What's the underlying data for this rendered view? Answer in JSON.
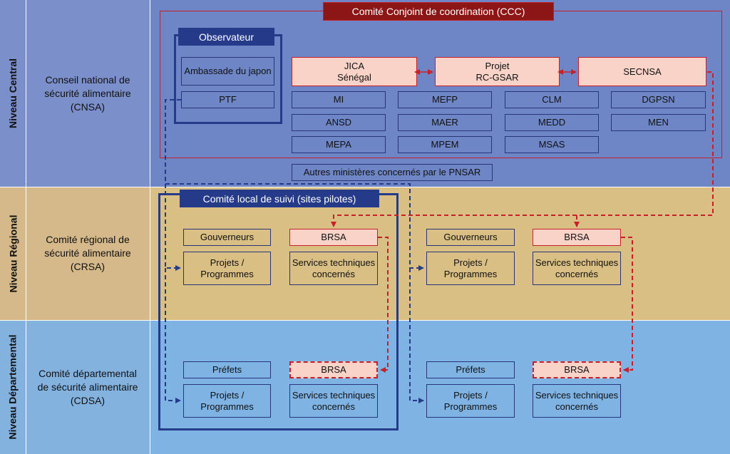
{
  "levels": {
    "central": {
      "label": "Niveau Central",
      "committee": "Conseil national de\nsécurité alimentaire\n(CNSA)"
    },
    "regional": {
      "label": "Niveau Régional",
      "committee": "Comité régional de\nsécurité alimentaire\n(CRSA)"
    },
    "departemental": {
      "label": "Niveau Départemental",
      "committee": "Comité départemental\nde sécurité alimentaire\n(CDSA)"
    }
  },
  "ccc": {
    "title": "Comité Conjoint de coordination (CCC)"
  },
  "observateur": {
    "title": "Observateur",
    "ambassade": "Ambassade du japon",
    "ptf": "PTF"
  },
  "core": {
    "jica": "JICA\nSénégal",
    "projet": "Projet\nRC-GSAR",
    "secnsa": "SECNSA"
  },
  "ministries": [
    "MI",
    "MEFP",
    "CLM",
    "DGPSN",
    "ANSD",
    "MAER",
    "MEDD",
    "MEN",
    "MEPA",
    "MPEM",
    "MSAS"
  ],
  "autres": "Autres ministères concernés par le PNSAR",
  "comite_local": {
    "title": "Comité local de suivi (sites pilotes)"
  },
  "regional": {
    "gouverneurs": "Gouverneurs",
    "brsa": "BRSA",
    "projets": "Projets /\nProgrammes",
    "services": "Services techniques\nconcernés"
  },
  "departemental": {
    "prefets": "Préfets",
    "brsa": "BRSA",
    "projets": "Projets /\nProgrammes",
    "services": "Services techniques\nconcernés"
  },
  "colors": {
    "central_left": "#7b8fca",
    "central_right": "#6f86c6",
    "regional_left": "#d5b98a",
    "regional_right": "#d9bf84",
    "dept_left": "#84b2df",
    "dept_right": "#7fb3e3",
    "navy": "#263a8a",
    "red": "#c8202a",
    "dark_red": "#8c1515",
    "pink": "#f9d3c8"
  }
}
